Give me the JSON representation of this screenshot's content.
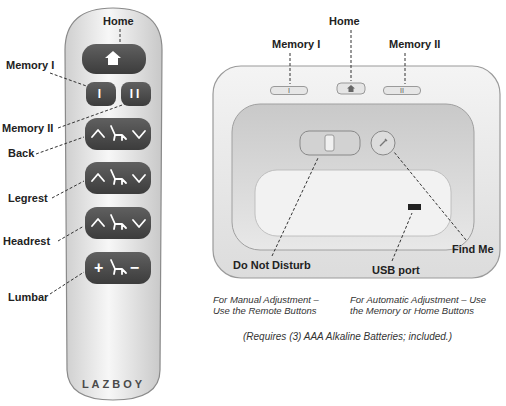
{
  "diagram": {
    "nodes": [
      {
        "text": [
          "LAZBOY"
        ]
      },
      {
        "text": [
          "I"
        ],
        "in": 0
      },
      {
        "text": [
          "II"
        ],
        "in": 0
      },
      {
        "text": [
          "+",
          "−"
        ],
        "in": 0
      },
      {
        "text": [
          "I"
        ]
      },
      {
        "text": [
          "II"
        ]
      }
    ],
    "labels": [
      "Home",
      "Memory I",
      "Memory II",
      "Back",
      "Legrest",
      "Headrest",
      "Lumbar",
      "Home",
      "Memory I",
      "Memory II",
      "Do Not Disturb",
      "USB port",
      "Find Me",
      "For Manual Adjustment – Use the Remote Buttons",
      "For Automatic Adjustment – Use the Memory or Home Buttons",
      "(Requires (3) AAA Alkaline Batteries; included.)"
    ]
  }
}
